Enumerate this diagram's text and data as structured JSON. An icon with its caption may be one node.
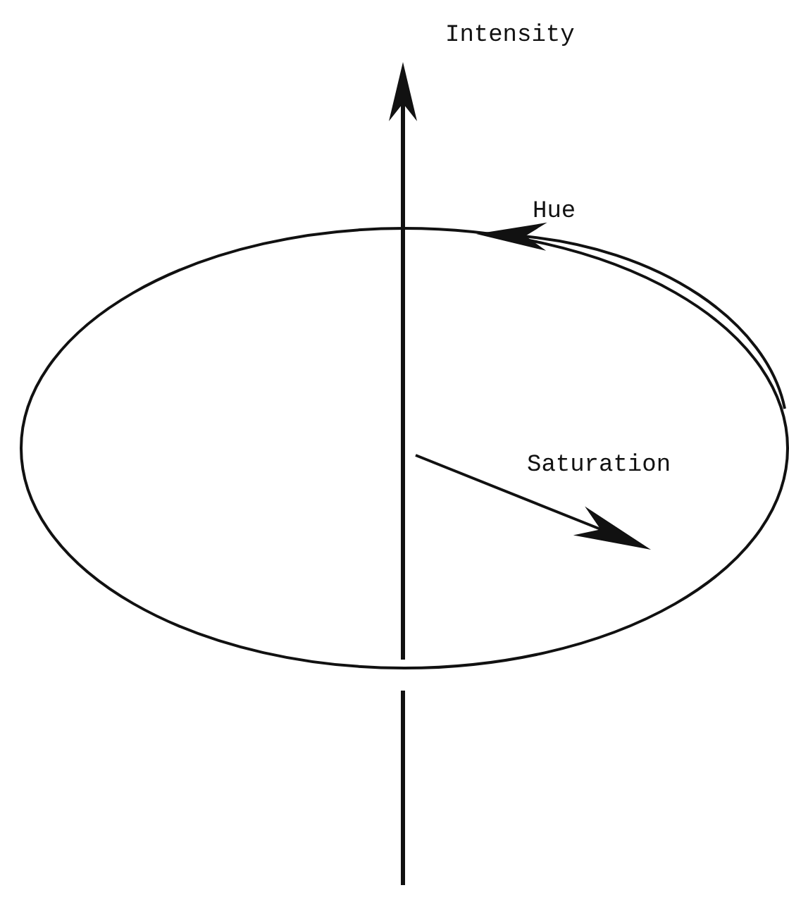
{
  "diagram": {
    "labels": [
      "Intensity",
      "Hue",
      "Saturation"
    ]
  }
}
